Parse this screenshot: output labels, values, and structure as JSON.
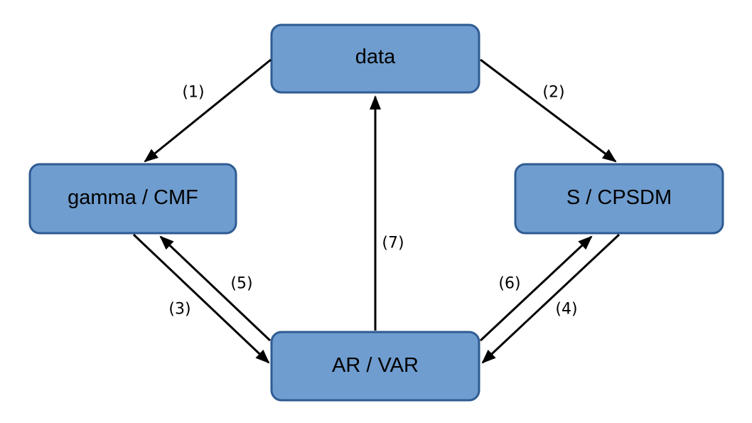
{
  "nodes": {
    "data": "data",
    "gamma_cmf": "gamma / CMF",
    "s_cpsdm": "S / CPSDM",
    "ar_var": "AR / VAR"
  },
  "edges": {
    "e1": "(1)",
    "e2": "(2)",
    "e3": "(3)",
    "e4": "(4)",
    "e5": "(5)",
    "e6": "(6)",
    "e7": "(7)"
  },
  "colors": {
    "node_fill": "#6f9dcf",
    "node_border": "#2f5b92",
    "arrow": "#000000"
  }
}
